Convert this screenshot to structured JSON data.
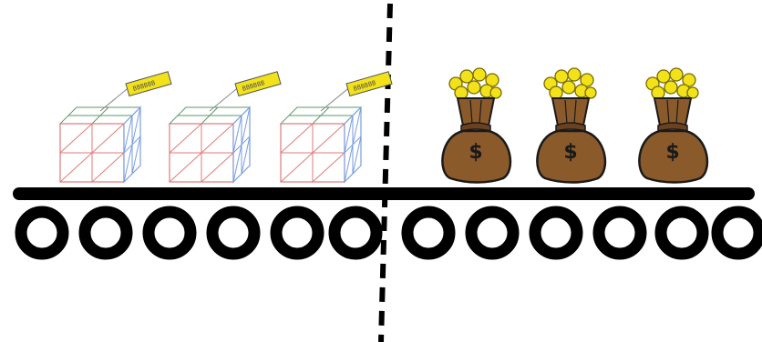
{
  "diagram": {
    "boxes": [
      {
        "tag_text": "BBBBBB"
      },
      {
        "tag_text": "BBBBBB"
      },
      {
        "tag_text": "BBBBBB"
      }
    ],
    "money_bags": [
      {
        "symbol": "$"
      },
      {
        "symbol": "$"
      },
      {
        "symbol": "$"
      }
    ],
    "rollers": {
      "left_count": 6,
      "right_count": 6
    },
    "colors": {
      "belt": "#000000",
      "divider": "#000000",
      "box_red": "#e07a7a",
      "box_blue": "#7a9ee0",
      "tag": "#f2e21a",
      "bag": "#8b5a2b",
      "coins": "#f2e21a"
    }
  }
}
